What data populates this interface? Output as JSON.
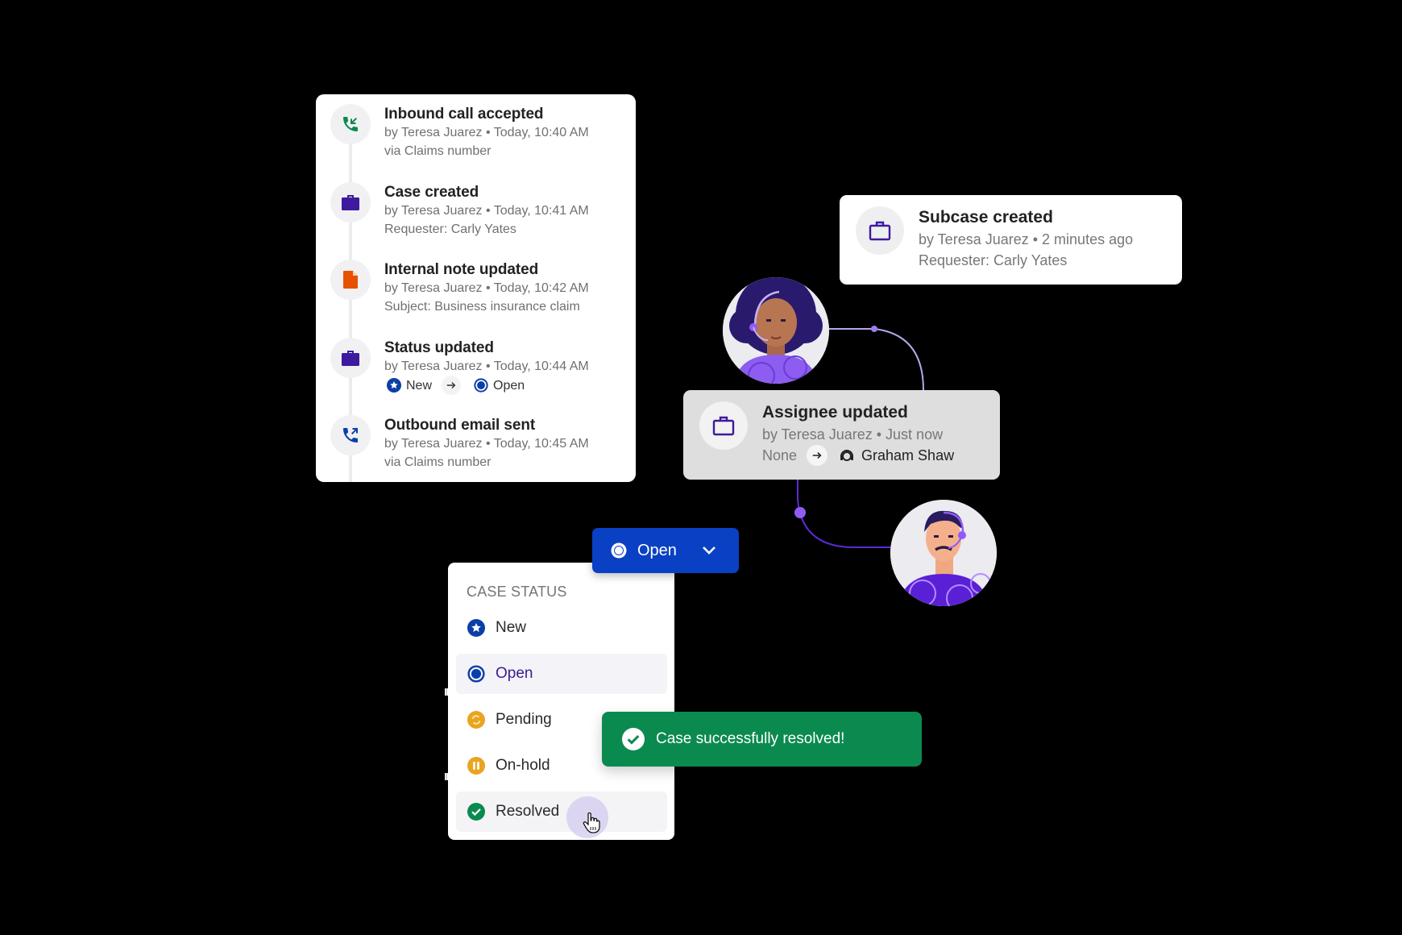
{
  "timeline": {
    "items": [
      {
        "icon": "inbound-call-icon",
        "title": "Inbound call accepted",
        "meta": "by Teresa Juarez • Today, 10:40 AM",
        "detail": "via Claims number"
      },
      {
        "icon": "briefcase-icon",
        "title": "Case created",
        "meta": "by Teresa Juarez • Today, 10:41 AM",
        "detail": "Requester: Carly Yates"
      },
      {
        "icon": "document-icon",
        "title": "Internal note updated",
        "meta": "by Teresa Juarez • Today, 10:42 AM",
        "detail": "Subject: Business insurance claim"
      },
      {
        "icon": "briefcase-icon",
        "title": "Status updated",
        "meta": "by Teresa Juarez • Today, 10:44 AM",
        "status_from": "New",
        "status_to": "Open"
      },
      {
        "icon": "outbound-call-icon",
        "title": "Outbound email sent",
        "meta": "by Teresa Juarez • Today, 10:45 AM",
        "detail": "via Claims number"
      }
    ]
  },
  "subcase": {
    "icon": "briefcase-outline-icon",
    "title": "Subcase created",
    "meta": "by Teresa Juarez • 2 minutes ago",
    "detail": "Requester: Carly Yates"
  },
  "assignee": {
    "icon": "briefcase-outline-icon",
    "title": "Assignee updated",
    "meta": "by Teresa Juarez • Just now",
    "from": "None",
    "to": "Graham Shaw"
  },
  "status_button": {
    "label": "Open",
    "icon": "open-status-icon",
    "chevron": "chevron-down-icon"
  },
  "status_menu": {
    "header": "CASE STATUS",
    "options": [
      {
        "label": "New",
        "icon": "star-circle-icon",
        "color": "#0b3fa8"
      },
      {
        "label": "Open",
        "icon": "open-circle-icon",
        "color": "#0b3fa8",
        "selected": true
      },
      {
        "label": "Pending",
        "icon": "pending-sync-icon",
        "color": "#e8a520"
      },
      {
        "label": "On-hold",
        "icon": "pause-circle-icon",
        "color": "#e8a520"
      },
      {
        "label": "Resolved",
        "icon": "check-circle-icon",
        "color": "#0b8a4f",
        "hovered": true
      }
    ]
  },
  "toast": {
    "message": "Case successfully resolved!",
    "icon": "check-circle-icon",
    "color": "#0b8a4f"
  },
  "colors": {
    "brand_blue": "#0a40c3",
    "purple": "#3d1a9e",
    "orange": "#e65100",
    "green": "#0b8a4f",
    "amber": "#e8a520",
    "connector": "#8b5cf6"
  }
}
